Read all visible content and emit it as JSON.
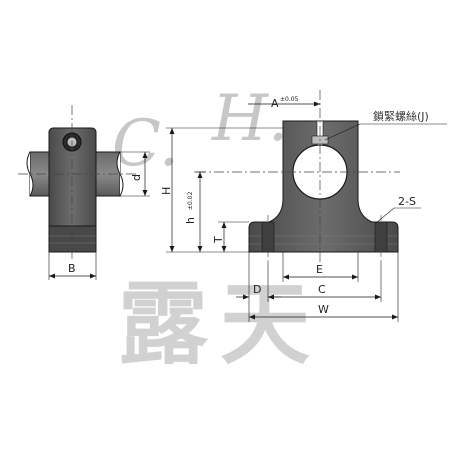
{
  "watermark": {
    "letters": [
      "C.",
      "H."
    ],
    "cjk": [
      "露",
      "天"
    ],
    "colors": {
      "watermark": "#9a9a9a"
    }
  },
  "labels": {
    "A": "A",
    "A_tol": "±0.05",
    "h": "h",
    "h_tol": "±0.02",
    "H": "H",
    "T": "T",
    "B": "B",
    "d": "d",
    "E": "E",
    "C": "C",
    "D": "D",
    "W": "W",
    "holes": "2-S",
    "screw_note": "鎖緊螺絲(J)"
  },
  "colors": {
    "part_fill": "#5f5f5f",
    "part_dark": "#3a3a3a",
    "line": "#1a1a1a",
    "centerline": "#444444"
  }
}
